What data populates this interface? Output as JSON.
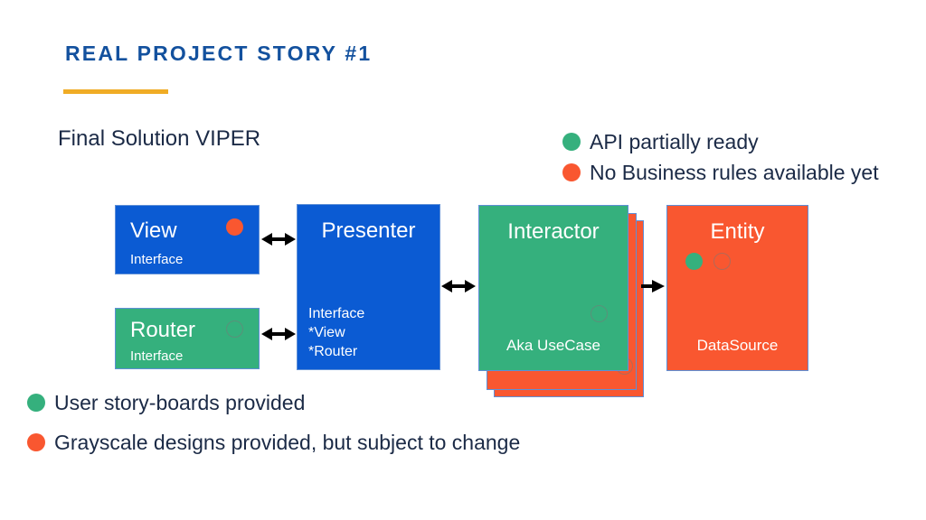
{
  "slide": {
    "title": "REAL PROJECT STORY #1",
    "subtitle": "Final Solution VIPER"
  },
  "colors": {
    "title_blue": "#13519E",
    "rule_amber": "#F0AC25",
    "box_blue": "#0B5BD3",
    "box_green": "#35B07D",
    "box_red": "#F95730",
    "text_navy": "#1B2A46",
    "box_border": "#5E8FD6"
  },
  "legend_top": [
    {
      "dot": "green",
      "text": "API partially ready"
    },
    {
      "dot": "red",
      "text": "No Business rules available yet"
    }
  ],
  "legend_bottom": [
    {
      "dot": "green",
      "text": "User story-boards provided"
    },
    {
      "dot": "red",
      "text": "Grayscale designs provided, but subject to change"
    }
  ],
  "diagram": {
    "boxes": [
      {
        "id": "view",
        "title": "View",
        "sub": "Interface",
        "fill": "blue",
        "marker": "red"
      },
      {
        "id": "router",
        "title": "Router",
        "sub": "Interface",
        "fill": "green",
        "marker": "hollow"
      },
      {
        "id": "presenter",
        "title": "Presenter",
        "lines": "Interface\n*View\n*Router",
        "fill": "blue"
      },
      {
        "id": "interactor",
        "title": "Interactor",
        "sub": "Aka UseCase",
        "fill": "green",
        "marker": "hollow",
        "stacked_cards": 2
      },
      {
        "id": "entity",
        "title": "Entity",
        "sub": "DataSource",
        "fill": "red",
        "markers": [
          "green",
          "hollow"
        ]
      }
    ],
    "arrows": [
      {
        "id": "view-presenter",
        "type": "double"
      },
      {
        "id": "router-presenter",
        "type": "double"
      },
      {
        "id": "presenter-interactor",
        "type": "double"
      },
      {
        "id": "interactor-entity",
        "type": "single-right"
      }
    ]
  }
}
